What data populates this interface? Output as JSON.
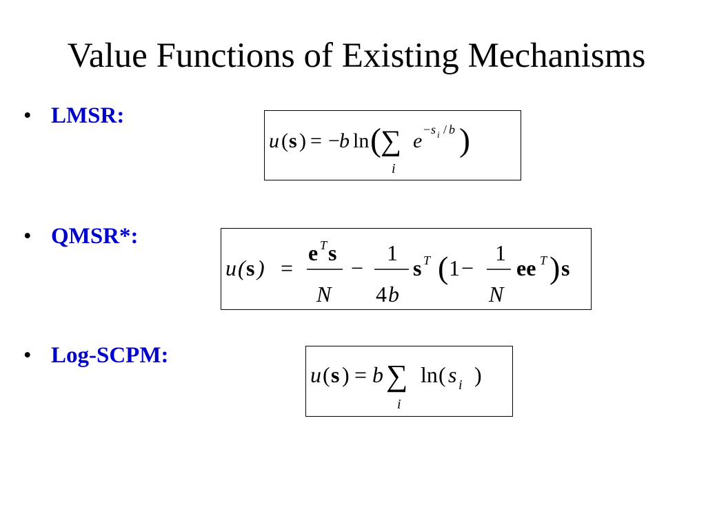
{
  "slide": {
    "title": "Value Functions of Existing Mechanisms",
    "bullet_glyph": "•",
    "bullets": [
      {
        "label": "LMSR:"
      },
      {
        "label": "QMSR*:"
      },
      {
        "label": "Log-SCPM:"
      }
    ]
  },
  "equations": {
    "lmsr": {
      "u": "u",
      "lparen": "(",
      "s": "s",
      "rparen": ")",
      "equals": "=",
      "minus": "−",
      "b": "b",
      "ln": "ln",
      "big_lparen": "(",
      "sum": "∑",
      "sum_index": "i",
      "e": "e",
      "exp_minus": "−",
      "exp_s": "s",
      "exp_i": "i",
      "exp_slash": "/",
      "exp_b": "b",
      "big_rparen": ")"
    },
    "qmsr": {
      "u": "u",
      "lparen": "(",
      "s": "s",
      "rparen": ")",
      "equals": "=",
      "frac1_num_e": "e",
      "frac1_num_T": "T",
      "frac1_num_s": "s",
      "frac1_den": "N",
      "minus1": "−",
      "frac2_num": "1",
      "frac2_den_4": "4",
      "frac2_den_b": "b",
      "sT_s": "s",
      "sT_T": "T",
      "big_lparen": "(",
      "one": "1",
      "minus2": "−",
      "frac3_num": "1",
      "frac3_den": "N",
      "ee": "ee",
      "ee_T": "T",
      "big_rparen": ")",
      "trail_s": "s"
    },
    "logscpm": {
      "u": "u",
      "lparen": "(",
      "s": "s",
      "rparen": ")",
      "equals": "=",
      "b": "b",
      "sum": "∑",
      "sum_index": "i",
      "ln": "ln",
      "ln_lparen": "(",
      "s_i_s": "s",
      "s_i_i": "i",
      "ln_rparen": ")"
    }
  }
}
